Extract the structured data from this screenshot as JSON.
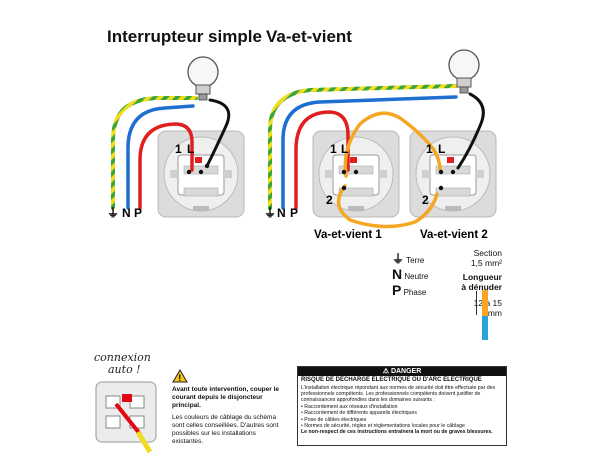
{
  "titles": {
    "simple": "Interrupteur simple",
    "va_et_vient": "Va-et-vient"
  },
  "switch_labels": {
    "terminal_1": "1",
    "terminal_L": "L",
    "terminal_2": "2",
    "ground_symbol": "⏚",
    "neutral": "N",
    "phase": "P",
    "switch_1": "Va-et-vient 1",
    "switch_2": "Va-et-vient 2"
  },
  "legend": {
    "earth_letter": "⏚",
    "earth": "Terre",
    "neutral_letter": "N",
    "neutral": "Neutre",
    "phase_letter": "P",
    "phase": "Phase"
  },
  "section": {
    "label": "Section",
    "value": "1,5 mm²",
    "strip_label_1": "Longueur",
    "strip_label_2": "à dénuder",
    "strip_value": "12 à 15",
    "strip_unit": "mm"
  },
  "auto": {
    "line1": "connexion",
    "line2": "auto !"
  },
  "warning_note": {
    "bold": "Avant toute intervention, couper le courant depuis le disjoncteur principal.",
    "text": "Les couleurs de câblage du schéma sont celles conseillées. D'autres sont possibles sur les installations existantes."
  },
  "danger": {
    "header": "⚠ DANGER",
    "title": "RISQUE DE DÉCHARGE ÉLECTRIQUE OU D'ARC ÉLECTRIQUE",
    "lines": [
      "L'installation électrique répondant aux normes de sécurité doit être effectuée par des",
      "professionnels compétents. Les professionnels compétents doivent justifier de",
      "connaissances approfondies dans les domaines suivants :",
      "• Raccordement aux réseaux d'installation",
      "• Raccordement de différents appareils électriques",
      "• Pose de câbles électriques",
      "• Normes de sécurité, règles et réglementations locales pour le câblage"
    ],
    "footer": "Le non-respect de ces instructions entraînera la mort ou de graves blessures."
  },
  "colors": {
    "earth_green": "#3aa53a",
    "earth_yellow": "#f2dc1e",
    "neutral": "#1e6fd0",
    "phase": "#e02020",
    "travel": "#f5a623",
    "return": "#111111",
    "accent": "#e30613"
  }
}
